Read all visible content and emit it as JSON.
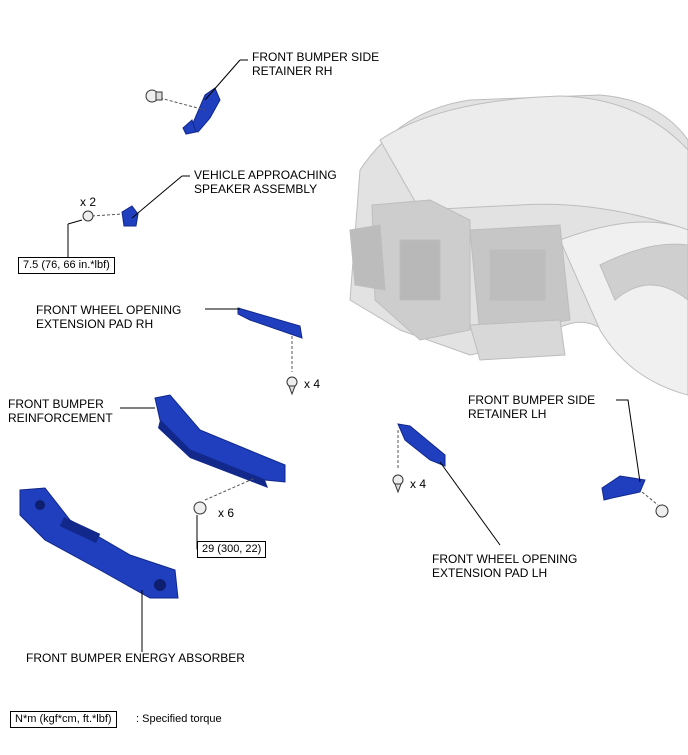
{
  "labels": {
    "side_retainer_rh": [
      "FRONT BUMPER SIDE",
      "RETAINER RH"
    ],
    "speaker": [
      "VEHICLE APPROACHING",
      "SPEAKER ASSEMBLY"
    ],
    "pad_rh": [
      "FRONT WHEEL OPENING",
      "EXTENSION PAD RH"
    ],
    "reinforcement": [
      "FRONT BUMPER",
      "REINFORCEMENT"
    ],
    "side_retainer_lh": [
      "FRONT BUMPER SIDE",
      "RETAINER LH"
    ],
    "pad_lh": [
      "FRONT WHEEL OPENING",
      "EXTENSION PAD LH"
    ],
    "absorber": "FRONT BUMPER ENERGY ABSORBER"
  },
  "quantities": {
    "speaker_fastener": "x 2",
    "pad_rh_clip": "x 4",
    "reinforcement_bolt": "x 6",
    "pad_lh_clip": "x 4"
  },
  "torques": {
    "speaker": "7.5 (76, 66 in.*lbf)",
    "reinforcement": "29 (300, 22)"
  },
  "legend": {
    "unit": "N*m (kgf*cm, ft.*lbf)",
    "desc": ": Specified torque"
  },
  "colors": {
    "part_blue": "#1f3fbf",
    "part_blue_dark": "#12288a",
    "vehicle_gray": "#d4d4d4"
  }
}
